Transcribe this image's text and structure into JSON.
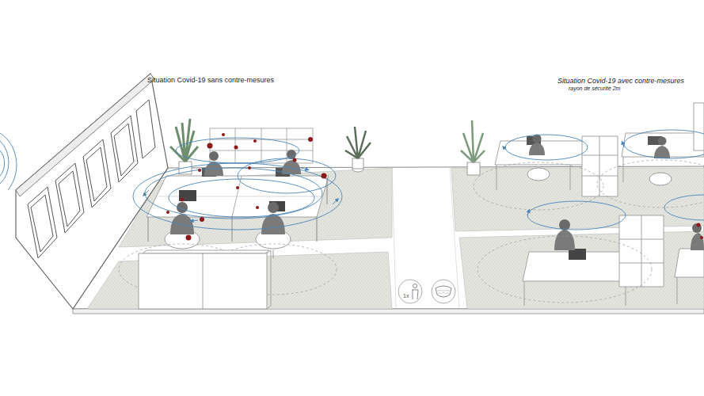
{
  "diagram": {
    "labels": [
      "Situation Covid-19 sans contre-mesures",
      "Situation Covid-19 avec contre-mesures",
      "rayon de sécurité 2m",
      "1x"
    ]
  }
}
